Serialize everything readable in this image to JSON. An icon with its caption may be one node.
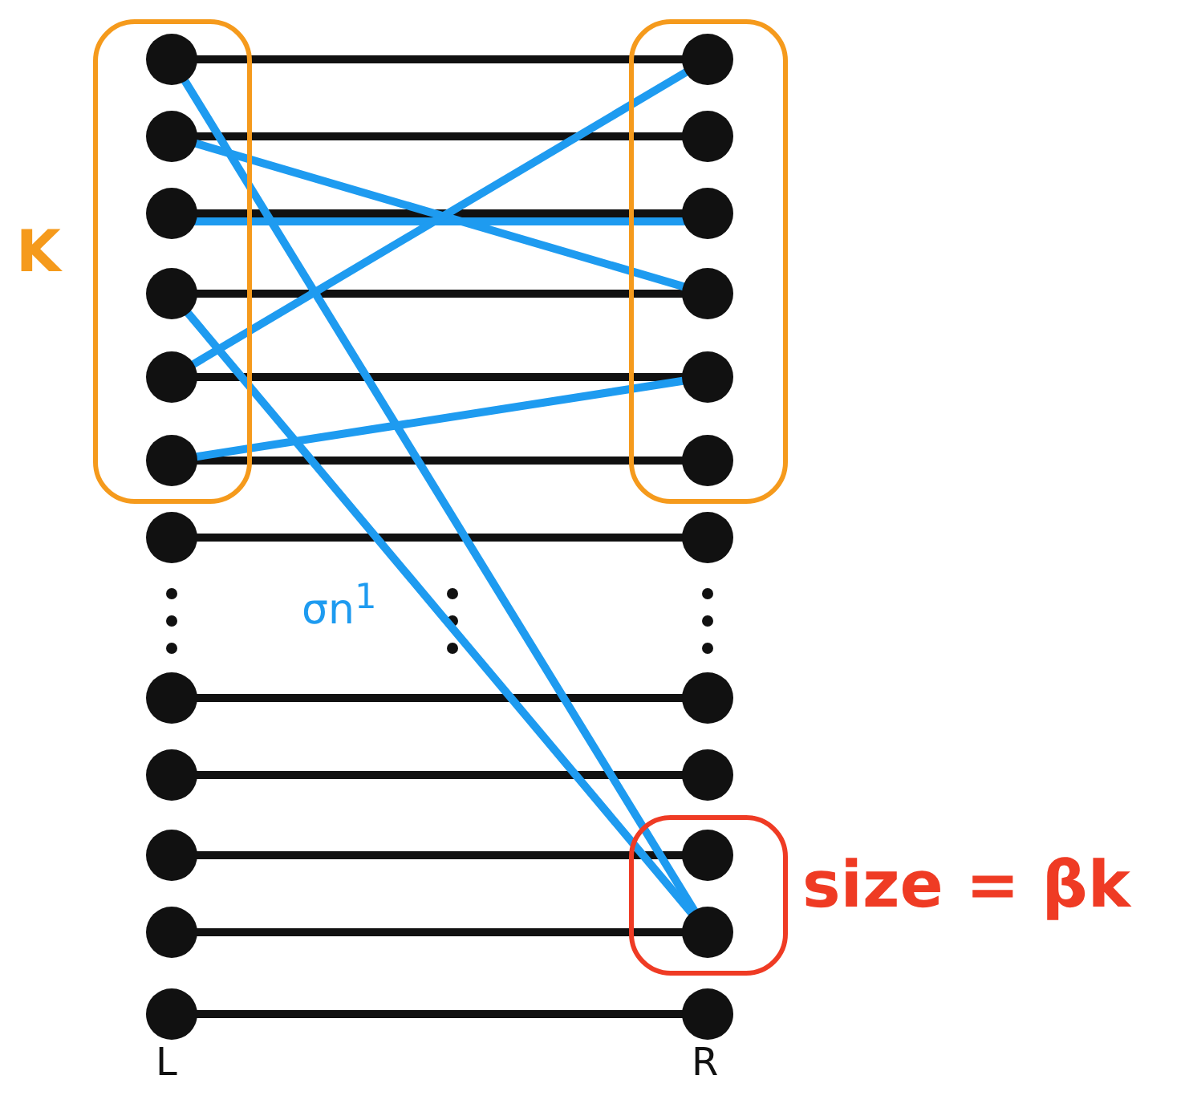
{
  "diagram": {
    "nodes": [
      {
        "text": [],
        "shape": "box",
        "beside": [
          "K"
        ]
      },
      {
        "text": [],
        "shape": "box"
      },
      {
        "text": [],
        "shape": "box",
        "beside": [
          "size = βk"
        ]
      },
      {
        "text": [],
        "shape": "circle",
        "in": 0
      },
      {
        "text": [],
        "shape": "circle",
        "in": 0
      },
      {
        "text": [],
        "shape": "circle",
        "in": 0
      },
      {
        "text": [],
        "shape": "circle",
        "in": 0
      },
      {
        "text": [],
        "shape": "circle",
        "in": 0
      },
      {
        "text": [],
        "shape": "circle",
        "in": 0
      },
      {
        "text": [],
        "shape": "circle"
      },
      {
        "text": [],
        "shape": "circle"
      },
      {
        "text": [],
        "shape": "circle"
      },
      {
        "text": [],
        "shape": "circle"
      },
      {
        "text": [],
        "shape": "circle"
      },
      {
        "text": [],
        "shape": "circle"
      },
      {
        "text": [],
        "shape": "circle",
        "in": 1
      },
      {
        "text": [],
        "shape": "circle",
        "in": 1
      },
      {
        "text": [],
        "shape": "circle",
        "in": 1
      },
      {
        "text": [],
        "shape": "circle",
        "in": 1
      },
      {
        "text": [],
        "shape": "circle",
        "in": 1
      },
      {
        "text": [],
        "shape": "circle",
        "in": 1
      },
      {
        "text": [],
        "shape": "circle"
      },
      {
        "text": [],
        "shape": "circle"
      },
      {
        "text": [],
        "shape": "circle"
      },
      {
        "text": [],
        "shape": "circle",
        "in": 2
      },
      {
        "text": [],
        "shape": "circle",
        "in": 2
      },
      {
        "text": [],
        "shape": "circle"
      }
    ],
    "edges": [
      {
        "from": 3,
        "to": 15,
        "arrow": "none"
      },
      {
        "from": 4,
        "to": 16,
        "arrow": "none"
      },
      {
        "from": 5,
        "to": 17,
        "arrow": "none"
      },
      {
        "from": 6,
        "to": 18,
        "arrow": "none"
      },
      {
        "from": 7,
        "to": 19,
        "arrow": "none"
      },
      {
        "from": 8,
        "to": 20,
        "arrow": "none"
      },
      {
        "from": 9,
        "to": 21,
        "arrow": "none"
      },
      {
        "from": 10,
        "to": 22,
        "arrow": "none"
      },
      {
        "from": 11,
        "to": 23,
        "arrow": "none"
      },
      {
        "from": 12,
        "to": 24,
        "arrow": "none"
      },
      {
        "from": 13,
        "to": 25,
        "arrow": "none"
      },
      {
        "from": 14,
        "to": 26,
        "arrow": "none"
      },
      {
        "from": 3,
        "to": 25,
        "arrow": "none",
        "color": "#1e9bf0"
      },
      {
        "from": 4,
        "to": 18,
        "arrow": "none",
        "color": "#1e9bf0"
      },
      {
        "from": 5,
        "to": 17,
        "arrow": "none",
        "color": "#1e9bf0"
      },
      {
        "from": 6,
        "to": 25,
        "arrow": "none",
        "color": "#1e9bf0"
      },
      {
        "from": 7,
        "to": 15,
        "arrow": "none",
        "color": "#1e9bf0"
      },
      {
        "from": 8,
        "to": 19,
        "arrow": "none",
        "color": "#1e9bf0"
      }
    ],
    "labels": [
      "σn$^{1}$",
      "L",
      "R"
    ]
  }
}
